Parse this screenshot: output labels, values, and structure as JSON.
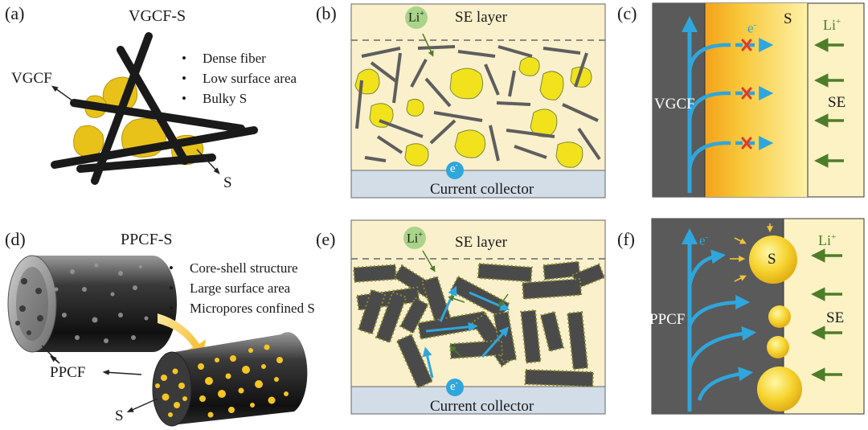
{
  "panels": {
    "a": {
      "label": "(a)",
      "title": "VGCF-S",
      "bullets": [
        "Dense fiber",
        "Low surface area",
        "Bulky S"
      ],
      "vgcf_label": "VGCF",
      "s_label": "S"
    },
    "b": {
      "label": "(b)",
      "se_layer": "SE layer",
      "li_ion": "Li",
      "li_charge": "+",
      "electron": "e",
      "electron_charge": "-",
      "collector": "Current collector"
    },
    "c": {
      "label": "(c)",
      "electron": "e",
      "electron_charge": "-",
      "s_label": "S",
      "li_ion": "Li",
      "li_charge": "+",
      "vgcf_label": "VGCF",
      "se_label": "SE"
    },
    "d": {
      "label": "(d)",
      "title": "PPCF-S",
      "bullets": [
        "Core-shell structure",
        "Large surface area",
        "Micropores confined S"
      ],
      "ppcf_label": "PPCF",
      "s_label": "S"
    },
    "e": {
      "label": "(e)",
      "se_layer": "SE layer",
      "li_ion": "Li",
      "li_charge": "+",
      "electron": "e",
      "electron_charge": "-",
      "collector": "Current collector"
    },
    "f": {
      "label": "(f)",
      "electron": "e",
      "electron_charge": "-",
      "s_label": "S",
      "li_ion": "Li",
      "li_charge": "+",
      "ppcf_label": "PPCF",
      "se_label": "SE"
    }
  },
  "colors": {
    "se_background": "#fbf0cc",
    "collector": "#d3dde8",
    "fiber": "#5e5e5e",
    "sulfur": "#f2e21c",
    "electron_arrow": "#2fa6dc",
    "li_arrow": "#4e7d2a",
    "blocked_x": "#e03a2a",
    "li_bubble": "#a9d48a",
    "e_bubble": "#2fa6dc"
  }
}
